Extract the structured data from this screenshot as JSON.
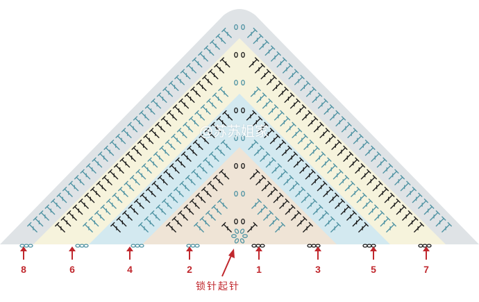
{
  "diagram": {
    "row_labels": [
      "8",
      "6",
      "4",
      "2",
      "1",
      "3",
      "5",
      "7"
    ],
    "caption": "锁针起针",
    "watermark": "@苏苏姐家",
    "colors": {
      "outer_band": "#dfe3e6",
      "yellow_band": "#f6f3dc",
      "blue_band": "#d3e9f0",
      "center_band": "#efe4d6",
      "teal_stitch": "#4f93a3",
      "black_stitch": "#1a1a1a",
      "arrow": "#c0272d"
    }
  }
}
